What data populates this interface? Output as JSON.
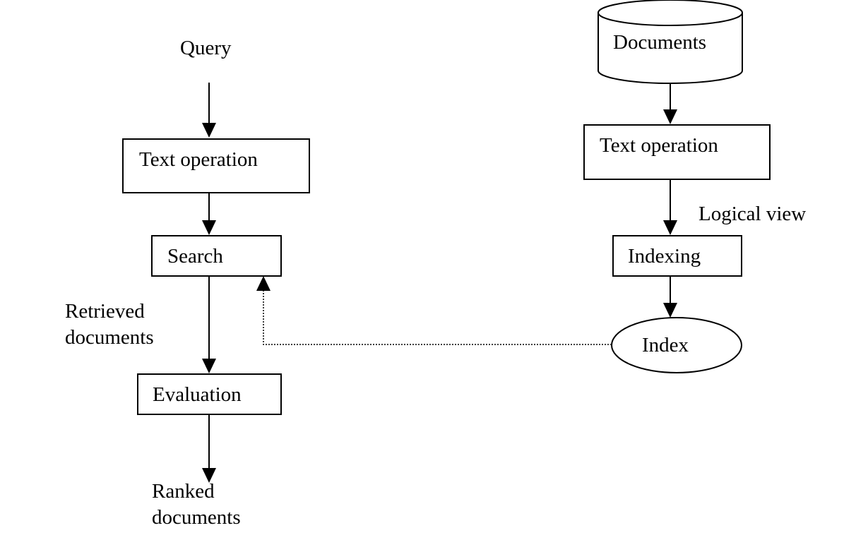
{
  "query_pipeline": {
    "input_label": "Query",
    "text_operation": "Text operation",
    "search": "Search",
    "retrieved_label_line1": "Retrieved",
    "retrieved_label_line2": "documents",
    "evaluation": "Evaluation",
    "output_label_line1": "Ranked",
    "output_label_line2": "documents"
  },
  "document_pipeline": {
    "source": "Documents",
    "text_operation": "Text operation",
    "logical_view_label": "Logical view",
    "indexing": "Indexing",
    "index": "Index"
  },
  "colors": {
    "stroke": "#000000",
    "background": "#ffffff"
  }
}
